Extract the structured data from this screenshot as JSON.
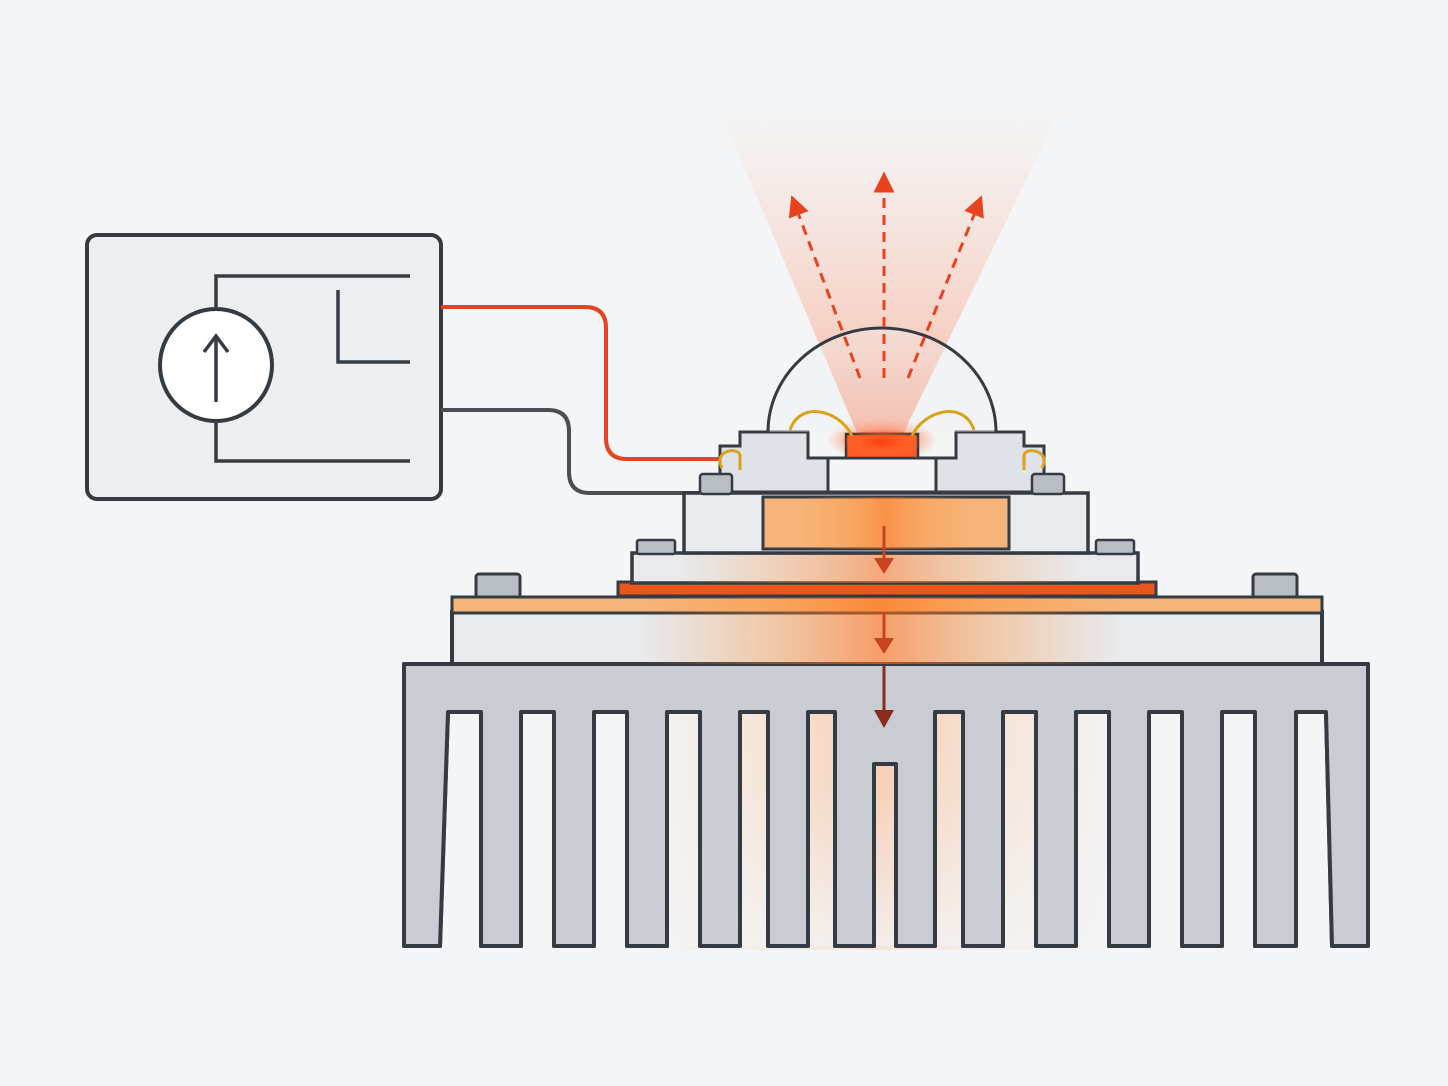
{
  "diagram": {
    "components": [
      {
        "id": "current-source",
        "icon": "current-source-symbol"
      },
      {
        "id": "led-package",
        "icon": "led-dome"
      },
      {
        "id": "heatsink",
        "icon": "finned-heatsink"
      }
    ],
    "wires": [
      {
        "id": "positive-lead",
        "color": "#e8431e"
      },
      {
        "id": "negative-lead",
        "color": "#4b4f55"
      }
    ],
    "arrows": [
      {
        "id": "light-emission",
        "direction": "up",
        "count": 3,
        "color": "#e8431e"
      },
      {
        "id": "heat-flow",
        "direction": "down",
        "count": 3,
        "color": "#e8431e"
      }
    ],
    "colors": {
      "background": "#f4f5f6",
      "outline": "#353b43",
      "heat": "#ff7a1a",
      "light": "#ff5a2a",
      "metal": "#c9cdd3",
      "substrate": "#e8eaed",
      "copper": "#f5b47a"
    }
  }
}
